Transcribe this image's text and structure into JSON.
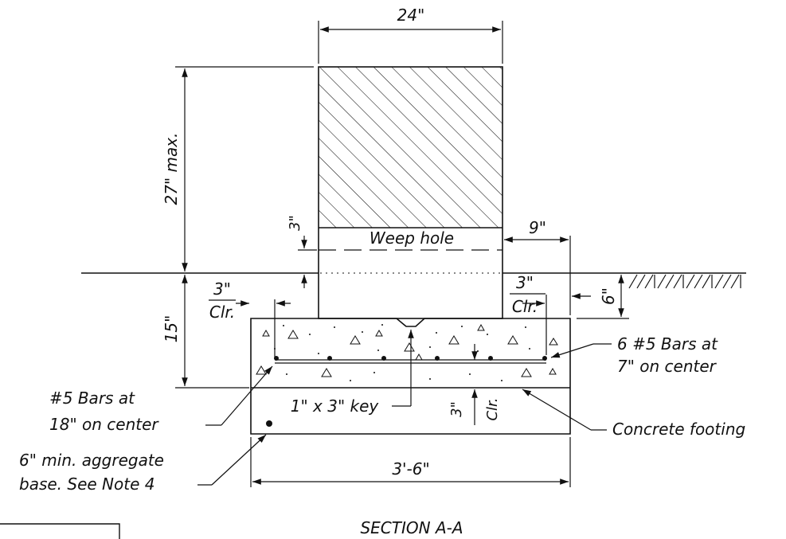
{
  "labels": {
    "wall_width": "24\"",
    "wall_height": "27\" max.",
    "weep_offset": "3\"",
    "weep_hole": "Weep hole",
    "heel": "9\"",
    "footing_depth": "15\"",
    "clr_left_dim": "3\"",
    "clr_left_text": "Clr.",
    "clr_right_dim": "3\"",
    "clr_right_text": "Clr.",
    "grade_depth": "6\"",
    "bars_main_line1": "6 #5 Bars at",
    "bars_main_line2": "7\" on center",
    "bars_dist_line1": "#5 Bars at",
    "bars_dist_line2": "18\" on center",
    "key": "1\" x 3\" key",
    "clr_bottom_dim": "3\"",
    "clr_bottom_text": "Clr.",
    "footing": "Concrete footing",
    "base_line1": "6\" min. aggregate",
    "base_line2": "base.  See Note 4",
    "footing_width": "3'-6\"",
    "section_title": "SECTION A-A"
  },
  "colors": {
    "line": "#111111",
    "background": "#ffffff"
  }
}
